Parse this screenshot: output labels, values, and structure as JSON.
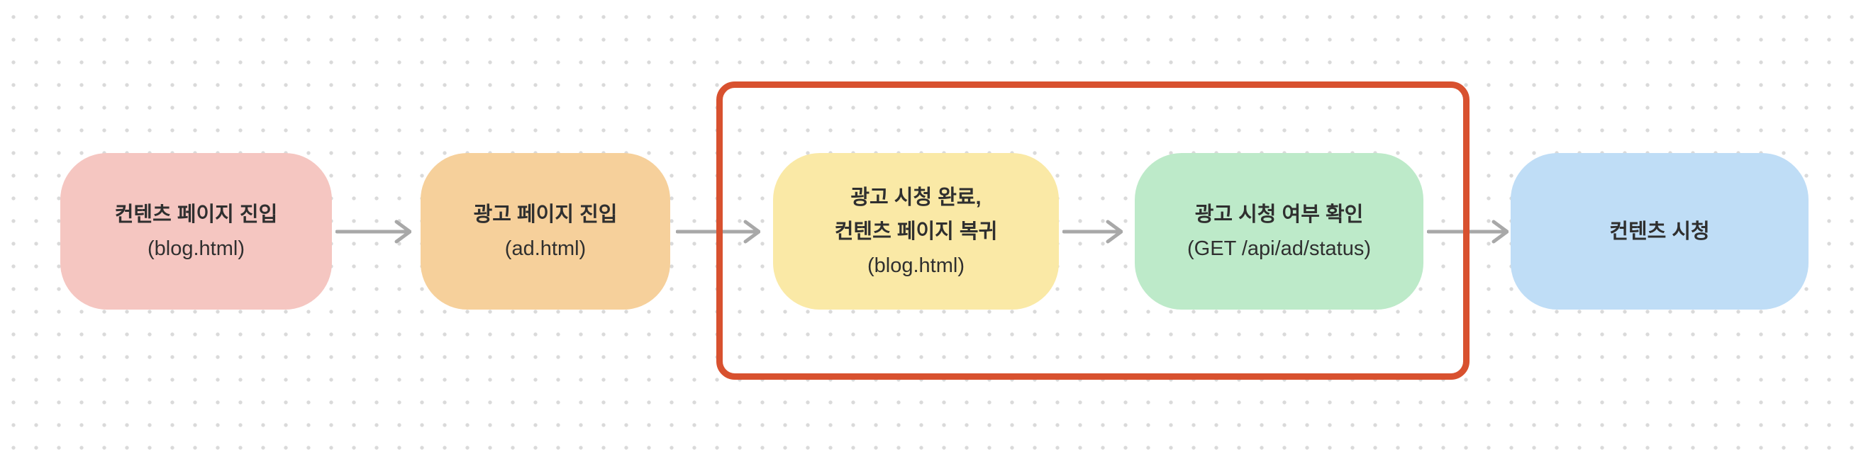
{
  "canvas": {
    "background": "#ffffff",
    "dot_color": "#dadada"
  },
  "colors": {
    "text": "#2f2f2f",
    "arrow": "#a8a8a8",
    "highlight_border": "#d8512f"
  },
  "nodes": [
    {
      "name": "content-page-enter",
      "fill": "#f5c6c1",
      "lines": [
        "컨텐츠 페이지 진입",
        "(blog.html)"
      ]
    },
    {
      "name": "ad-page-enter",
      "fill": "#f6d09b",
      "lines": [
        "광고 페이지 진입",
        "(ad.html)"
      ]
    },
    {
      "name": "ad-watch-complete-return",
      "fill": "#fae9a6",
      "lines": [
        "광고 시청 완료,",
        "컨텐츠 페이지 복귀",
        "(blog.html)"
      ]
    },
    {
      "name": "ad-watch-status-check",
      "fill": "#bdeac9",
      "lines": [
        "광고 시청 여부 확인",
        "(GET /api/ad/status)"
      ]
    },
    {
      "name": "content-watch",
      "fill": "#bfddf6",
      "lines": [
        "컨텐츠 시청"
      ]
    }
  ],
  "arrows": {
    "count": 4,
    "direction": "right"
  },
  "highlight": {
    "color": "#d8512f",
    "encloses": [
      "ad-watch-complete-return",
      "ad-watch-status-check"
    ]
  }
}
